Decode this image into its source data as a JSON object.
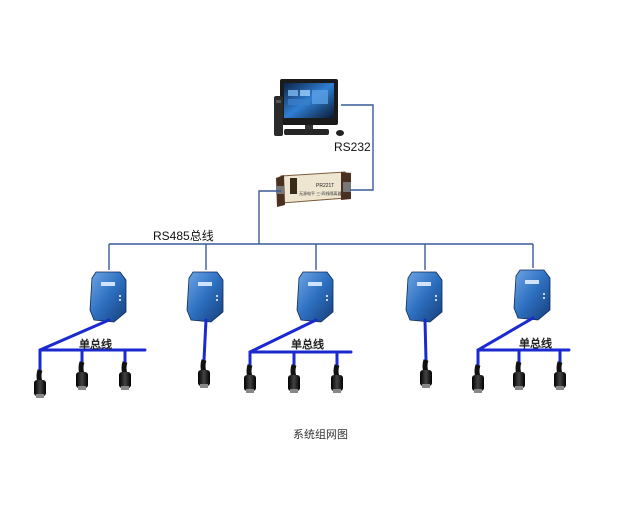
{
  "labels": {
    "rs232": "RS232",
    "rs485_bus": "RS485总线",
    "single_bus": "单总线",
    "caption": "系统组网图",
    "converter_model": "PR221T",
    "converter_text": "无源电平 三·四线隔离器"
  },
  "colors": {
    "bus_line": "#3a5a9a",
    "single_bus_line": "#1a2ad0",
    "module_body": "#2d6fc0",
    "sensor_body": "#1a1a1a"
  },
  "devices": {
    "computer": {
      "icon": "desktop-computer-icon"
    },
    "converter": {
      "icon": "rs232-rs485-converter-icon"
    },
    "modules": [
      {
        "icon": "module-icon",
        "sensors": 3
      },
      {
        "icon": "module-icon",
        "sensors": 1
      },
      {
        "icon": "module-icon",
        "sensors": 3
      },
      {
        "icon": "module-icon",
        "sensors": 1
      },
      {
        "icon": "module-icon",
        "sensors": 3
      }
    ]
  }
}
